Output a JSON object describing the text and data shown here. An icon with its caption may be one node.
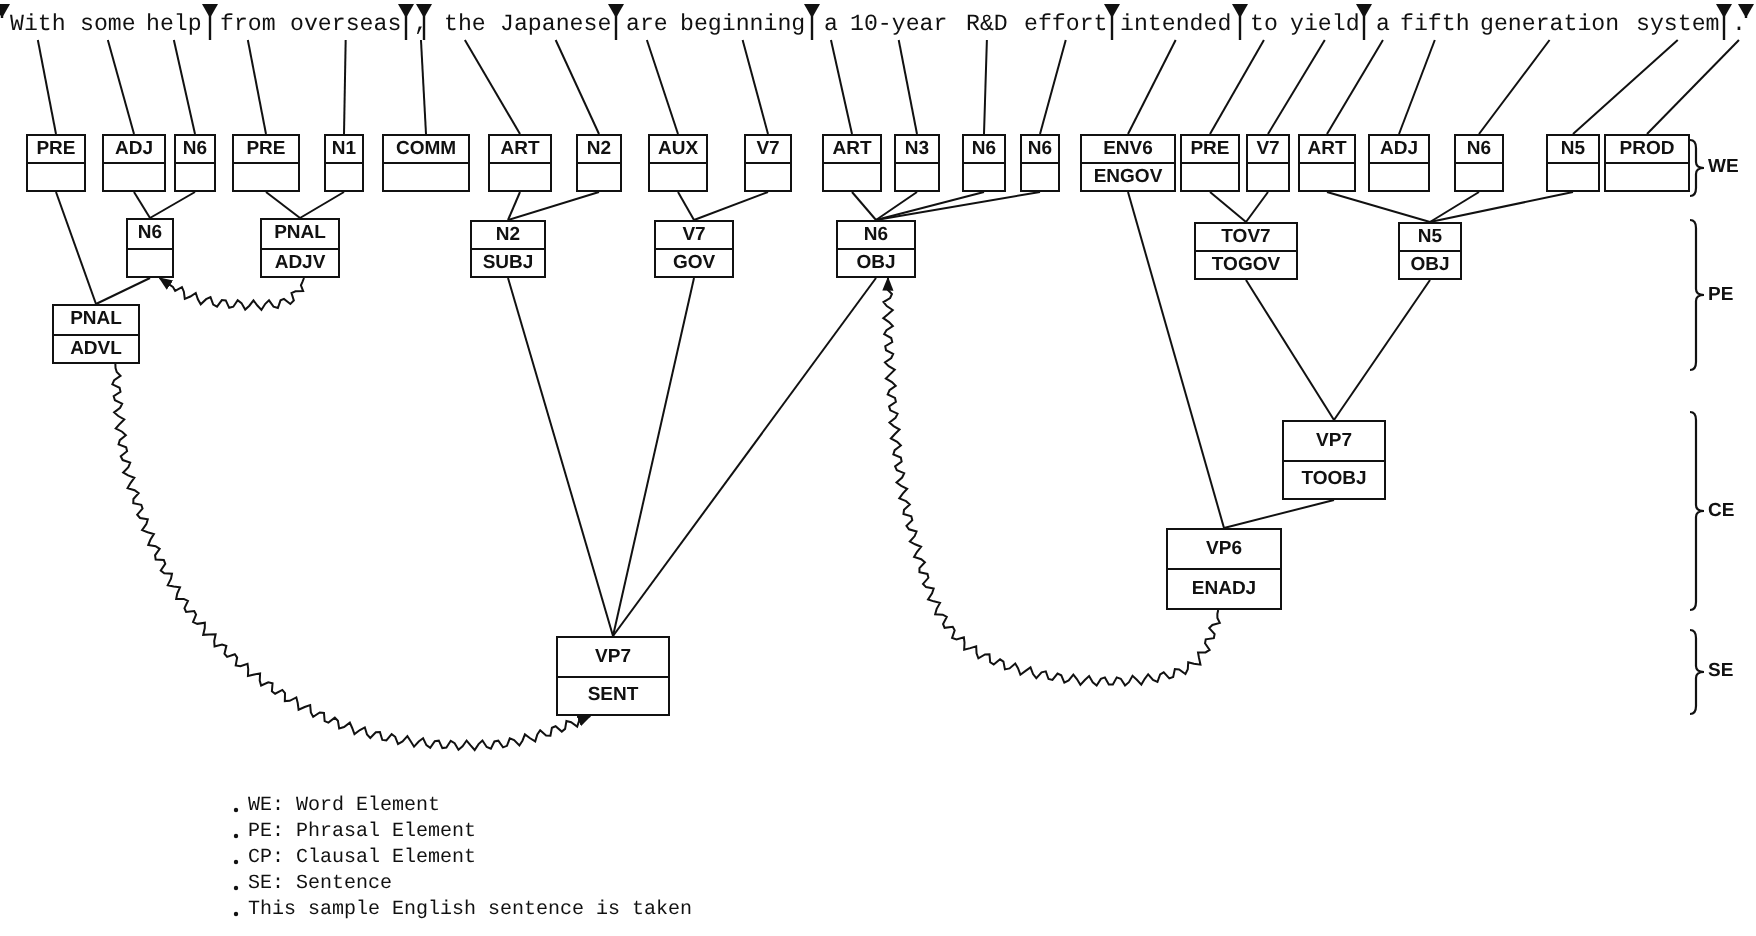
{
  "diagram": {
    "nodes": [
      {
        "text": [
          "With"
        ]
      },
      {
        "text": [
          "some"
        ]
      },
      {
        "text": [
          "help"
        ]
      },
      {
        "text": [
          "from"
        ]
      },
      {
        "text": [
          "overseas"
        ]
      },
      {
        "text": [
          ","
        ]
      },
      {
        "text": [
          "the"
        ]
      },
      {
        "text": [
          "Japanese"
        ]
      },
      {
        "text": [
          "are"
        ]
      },
      {
        "text": [
          "beginning"
        ]
      },
      {
        "text": [
          "a"
        ]
      },
      {
        "text": [
          "10-year"
        ]
      },
      {
        "text": [
          "R&D"
        ]
      },
      {
        "text": [
          "effort"
        ]
      },
      {
        "text": [
          "intended"
        ]
      },
      {
        "text": [
          "to"
        ]
      },
      {
        "text": [
          "yield"
        ]
      },
      {
        "text": [
          "a"
        ]
      },
      {
        "text": [
          "fifth"
        ]
      },
      {
        "text": [
          "generation"
        ]
      },
      {
        "text": [
          "system"
        ]
      },
      {
        "text": [
          "."
        ]
      },
      {
        "text": [
          "PRE"
        ]
      },
      {
        "text": [
          "ADJ"
        ]
      },
      {
        "text": [
          "N6"
        ]
      },
      {
        "text": [
          "PRE"
        ]
      },
      {
        "text": [
          "N1"
        ]
      },
      {
        "text": [
          "COMM"
        ]
      },
      {
        "text": [
          "ART"
        ]
      },
      {
        "text": [
          "N2"
        ]
      },
      {
        "text": [
          "AUX"
        ]
      },
      {
        "text": [
          "V7"
        ]
      },
      {
        "text": [
          "ART"
        ]
      },
      {
        "text": [
          "N3"
        ]
      },
      {
        "text": [
          "N6"
        ]
      },
      {
        "text": [
          "N6"
        ]
      },
      {
        "text": [
          "ENV6",
          "ENGOV"
        ]
      },
      {
        "text": [
          "PRE"
        ]
      },
      {
        "text": [
          "V7"
        ]
      },
      {
        "text": [
          "ART"
        ]
      },
      {
        "text": [
          "ADJ"
        ]
      },
      {
        "text": [
          "N6"
        ]
      },
      {
        "text": [
          "N5"
        ]
      },
      {
        "text": [
          "PROD"
        ]
      },
      {
        "text": [
          "N6"
        ]
      },
      {
        "text": [
          "PNAL",
          "ADJV"
        ]
      },
      {
        "text": [
          "PNAL",
          "ADVL"
        ]
      },
      {
        "text": [
          "N2",
          "SUBJ"
        ]
      },
      {
        "text": [
          "V7",
          "GOV"
        ]
      },
      {
        "text": [
          "N6",
          "OBJ"
        ]
      },
      {
        "text": [
          "TOV7",
          "TOGOV"
        ]
      },
      {
        "text": [
          "N5",
          "OBJ"
        ]
      },
      {
        "text": [
          "VP7",
          "TOOBJ"
        ]
      },
      {
        "text": [
          "VP6",
          "ENADJ"
        ]
      },
      {
        "text": [
          "VP7",
          "SENT"
        ]
      }
    ],
    "edges": [
      {
        "from": 0,
        "to": 22,
        "arrow": "none"
      },
      {
        "from": 1,
        "to": 23,
        "arrow": "none"
      },
      {
        "from": 2,
        "to": 24,
        "arrow": "none"
      },
      {
        "from": 3,
        "to": 25,
        "arrow": "none"
      },
      {
        "from": 4,
        "to": 26,
        "arrow": "none"
      },
      {
        "from": 5,
        "to": 27,
        "arrow": "none"
      },
      {
        "from": 6,
        "to": 28,
        "arrow": "none"
      },
      {
        "from": 7,
        "to": 29,
        "arrow": "none"
      },
      {
        "from": 8,
        "to": 30,
        "arrow": "none"
      },
      {
        "from": 9,
        "to": 31,
        "arrow": "none"
      },
      {
        "from": 10,
        "to": 32,
        "arrow": "none"
      },
      {
        "from": 11,
        "to": 33,
        "arrow": "none"
      },
      {
        "from": 12,
        "to": 34,
        "arrow": "none"
      },
      {
        "from": 13,
        "to": 35,
        "arrow": "none"
      },
      {
        "from": 14,
        "to": 36,
        "arrow": "none"
      },
      {
        "from": 15,
        "to": 37,
        "arrow": "none"
      },
      {
        "from": 16,
        "to": 38,
        "arrow": "none"
      },
      {
        "from": 17,
        "to": 39,
        "arrow": "none"
      },
      {
        "from": 18,
        "to": 40,
        "arrow": "none"
      },
      {
        "from": 19,
        "to": 41,
        "arrow": "none"
      },
      {
        "from": 20,
        "to": 42,
        "arrow": "none"
      },
      {
        "from": 21,
        "to": 43,
        "arrow": "none"
      },
      {
        "from": 23,
        "to": 44,
        "arrow": "none"
      },
      {
        "from": 24,
        "to": 44,
        "arrow": "none"
      },
      {
        "from": 22,
        "to": 46,
        "arrow": "none"
      },
      {
        "from": 44,
        "to": 46,
        "arrow": "none"
      },
      {
        "from": 25,
        "to": 45,
        "arrow": "none"
      },
      {
        "from": 26,
        "to": 45,
        "arrow": "none"
      },
      {
        "from": 45,
        "to": 44,
        "arrow": "to"
      },
      {
        "from": 28,
        "to": 47,
        "arrow": "none"
      },
      {
        "from": 29,
        "to": 47,
        "arrow": "none"
      },
      {
        "from": 30,
        "to": 48,
        "arrow": "none"
      },
      {
        "from": 31,
        "to": 48,
        "arrow": "none"
      },
      {
        "from": 32,
        "to": 49,
        "arrow": "none"
      },
      {
        "from": 33,
        "to": 49,
        "arrow": "none"
      },
      {
        "from": 34,
        "to": 49,
        "arrow": "none"
      },
      {
        "from": 35,
        "to": 49,
        "arrow": "none"
      },
      {
        "from": 37,
        "to": 50,
        "arrow": "none"
      },
      {
        "from": 38,
        "to": 50,
        "arrow": "none"
      },
      {
        "from": 39,
        "to": 51,
        "arrow": "none"
      },
      {
        "from": 41,
        "to": 51,
        "arrow": "none"
      },
      {
        "from": 42,
        "to": 51,
        "arrow": "none"
      },
      {
        "from": 47,
        "to": 54,
        "arrow": "none"
      },
      {
        "from": 48,
        "to": 54,
        "arrow": "none"
      },
      {
        "from": 49,
        "to": 54,
        "arrow": "none"
      },
      {
        "from": 36,
        "to": 53,
        "arrow": "none"
      },
      {
        "from": 50,
        "to": 52,
        "arrow": "none"
      },
      {
        "from": 51,
        "to": 52,
        "arrow": "none"
      },
      {
        "from": 52,
        "to": 53,
        "arrow": "none"
      },
      {
        "from": 46,
        "to": 54,
        "arrow": "to"
      },
      {
        "from": 53,
        "to": 49,
        "arrow": "to"
      }
    ],
    "labels": [
      "WE",
      "PE",
      "CE",
      "SE",
      "WE: Word Element",
      "PE: Phrasal Element",
      "CP: Clausal Element",
      "SE: Sentence",
      "This sample English sentence is taken"
    ]
  }
}
